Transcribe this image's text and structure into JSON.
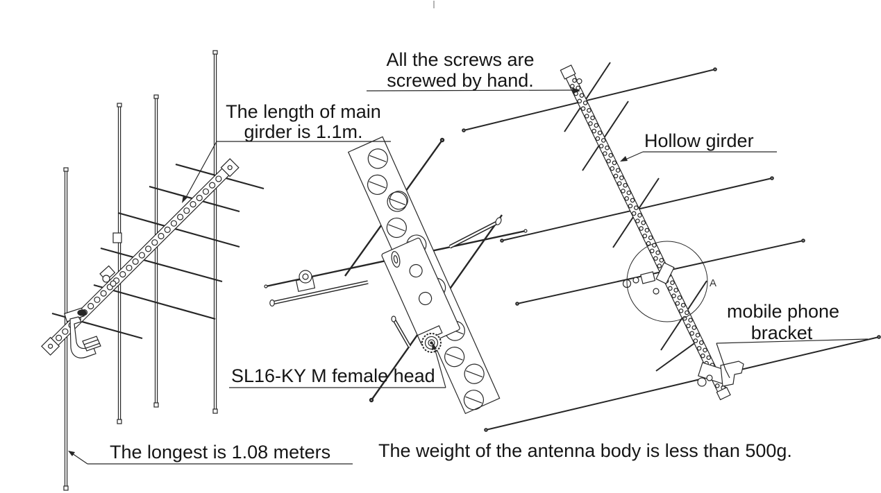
{
  "labels": {
    "screws_line1": "All the screws are",
    "screws_line2": "screwed by hand.",
    "girder_length_line1": "The length of main",
    "girder_length_line2": "girder is 1.1m.",
    "female_head": "SL16-KY M female head",
    "hollow_girder": "Hollow girder",
    "bracket_line1": "mobile phone",
    "bracket_line2": "bracket",
    "longest": "The longest is 1.08 meters",
    "weight": "The weight of the antenna body is less than 500g.",
    "detail_marker": "A"
  },
  "colors": {
    "background": "#ffffff",
    "line": "#262626",
    "text": "#151515"
  }
}
